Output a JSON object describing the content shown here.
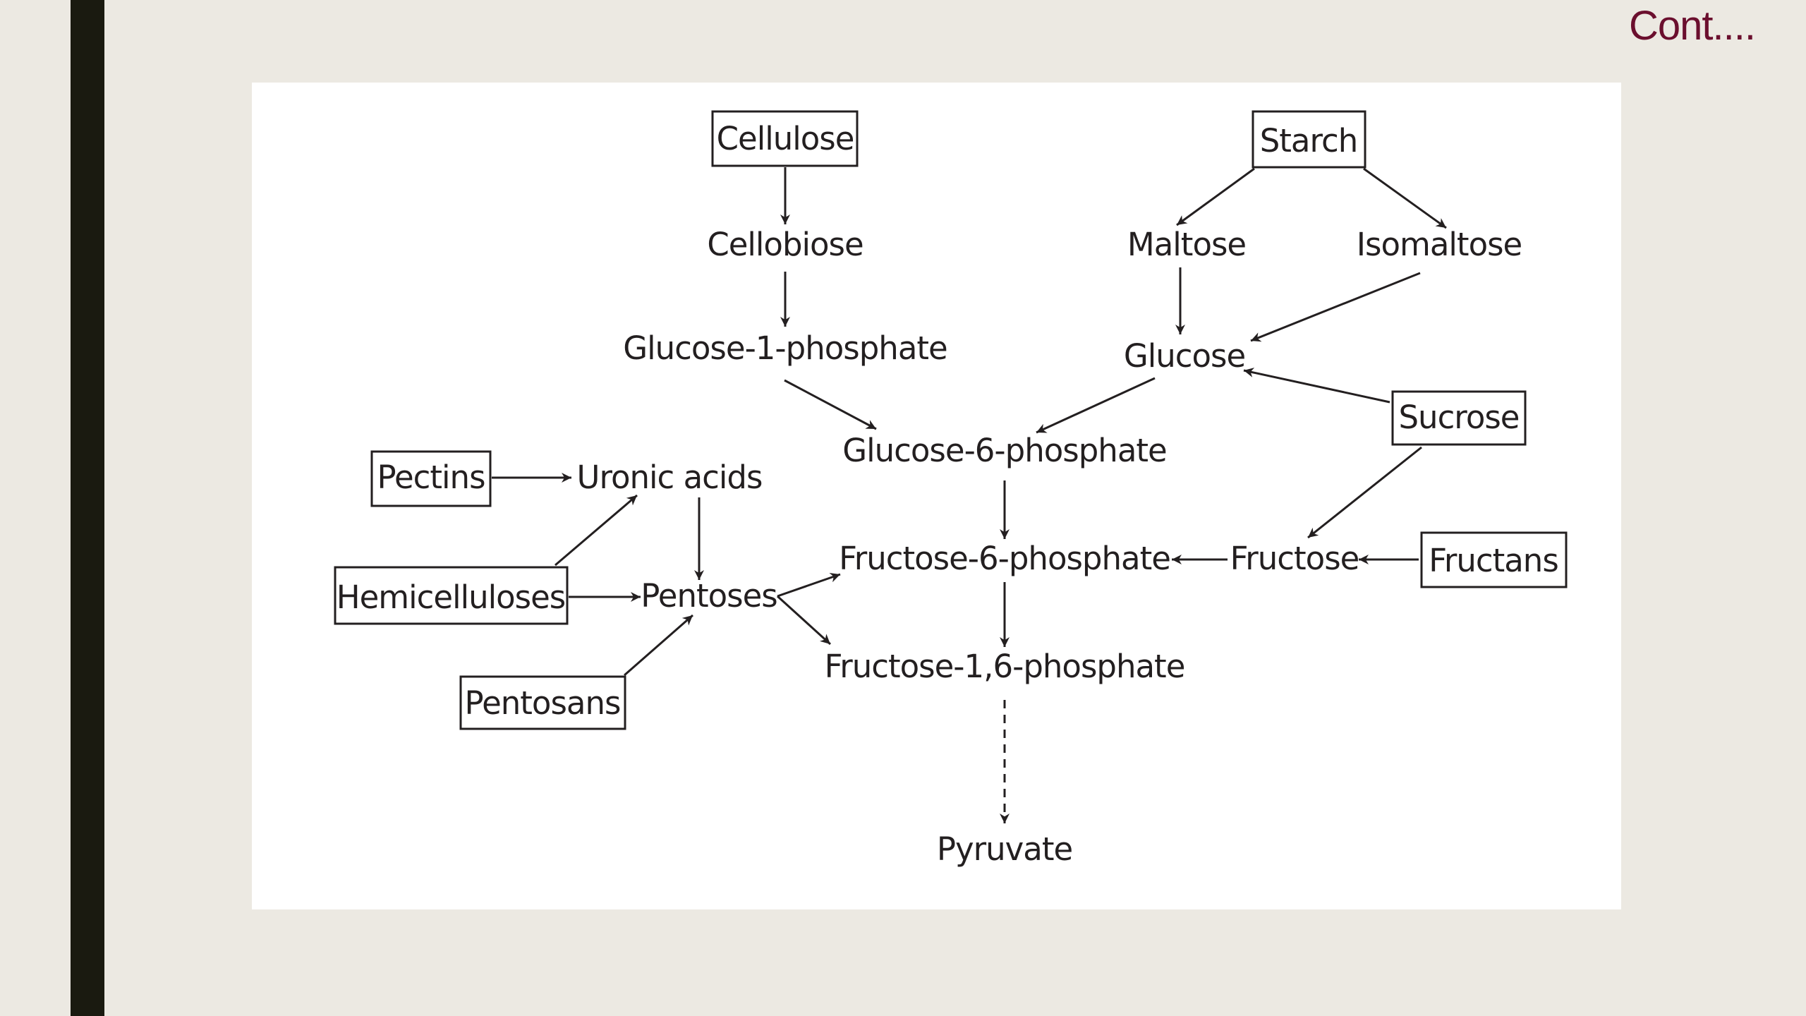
{
  "slide": {
    "title": "Cont...."
  },
  "diagram": {
    "nodes": {
      "cellulose": "Cellulose",
      "cellobiose": "Cellobiose",
      "glucose_1_phosphate": "Glucose-1-phosphate",
      "starch": "Starch",
      "maltose": "Maltose",
      "isomaltose": "Isomaltose",
      "glucose": "Glucose",
      "sucrose": "Sucrose",
      "glucose_6_phosphate": "Glucose-6-phosphate",
      "pectins": "Pectins",
      "uronic_acids": "Uronic acids",
      "hemicelluloses": "Hemicelluloses",
      "pentoses": "Pentoses",
      "pentosans": "Pentosans",
      "fructose_6_phosphate": "Fructose-6-phosphate",
      "fructose": "Fructose",
      "fructans": "Fructans",
      "fructose_1_6_phosphate": "Fructose-1,6-phosphate",
      "pyruvate": "Pyruvate"
    },
    "boxed_nodes": [
      "cellulose",
      "starch",
      "sucrose",
      "pectins",
      "hemicelluloses",
      "pentosans",
      "fructans"
    ],
    "edges": [
      {
        "from": "cellulose",
        "to": "cellobiose"
      },
      {
        "from": "cellobiose",
        "to": "glucose_1_phosphate"
      },
      {
        "from": "glucose_1_phosphate",
        "to": "glucose_6_phosphate"
      },
      {
        "from": "starch",
        "to": "maltose"
      },
      {
        "from": "starch",
        "to": "isomaltose"
      },
      {
        "from": "maltose",
        "to": "glucose"
      },
      {
        "from": "isomaltose",
        "to": "glucose"
      },
      {
        "from": "sucrose",
        "to": "glucose"
      },
      {
        "from": "glucose",
        "to": "glucose_6_phosphate"
      },
      {
        "from": "sucrose",
        "to": "fructose"
      },
      {
        "from": "fructans",
        "to": "fructose"
      },
      {
        "from": "fructose",
        "to": "fructose_6_phosphate"
      },
      {
        "from": "glucose_6_phosphate",
        "to": "fructose_6_phosphate"
      },
      {
        "from": "pectins",
        "to": "uronic_acids"
      },
      {
        "from": "hemicelluloses",
        "to": "uronic_acids"
      },
      {
        "from": "hemicelluloses",
        "to": "pentoses"
      },
      {
        "from": "pentosans",
        "to": "pentoses"
      },
      {
        "from": "uronic_acids",
        "to": "pentoses"
      },
      {
        "from": "pentoses",
        "to": "fructose_6_phosphate"
      },
      {
        "from": "pentoses",
        "to": "fructose_1_6_phosphate"
      },
      {
        "from": "fructose_6_phosphate",
        "to": "fructose_1_6_phosphate"
      },
      {
        "from": "fructose_1_6_phosphate",
        "to": "pyruvate",
        "style": "dashed"
      }
    ]
  }
}
